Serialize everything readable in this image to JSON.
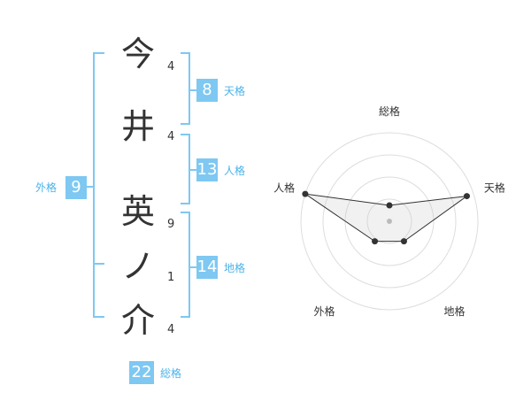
{
  "name_chars": [
    {
      "char": "今",
      "strokes": "4"
    },
    {
      "char": "井",
      "strokes": "4"
    },
    {
      "char": "英",
      "strokes": "9"
    },
    {
      "char": "ノ",
      "strokes": "1"
    },
    {
      "char": "介",
      "strokes": "4"
    }
  ],
  "fortunes": {
    "tenkaku": {
      "value": "8",
      "label": "天格"
    },
    "jinkaku": {
      "value": "13",
      "label": "人格"
    },
    "chikaku": {
      "value": "14",
      "label": "地格"
    },
    "gaikaku": {
      "value": "9",
      "label": "外格"
    },
    "soukaku": {
      "value": "22",
      "label": "総格"
    }
  },
  "colors": {
    "bracket": "#7ec8f2",
    "badge": "#7ec8f2",
    "label": "#4ab3ea",
    "text": "#333333"
  },
  "chart_data": {
    "type": "radar",
    "axes": [
      "総格",
      "天格",
      "地格",
      "外格",
      "人格"
    ],
    "values": [
      0.18,
      0.92,
      0.28,
      0.28,
      1.0
    ],
    "rings": 4
  }
}
